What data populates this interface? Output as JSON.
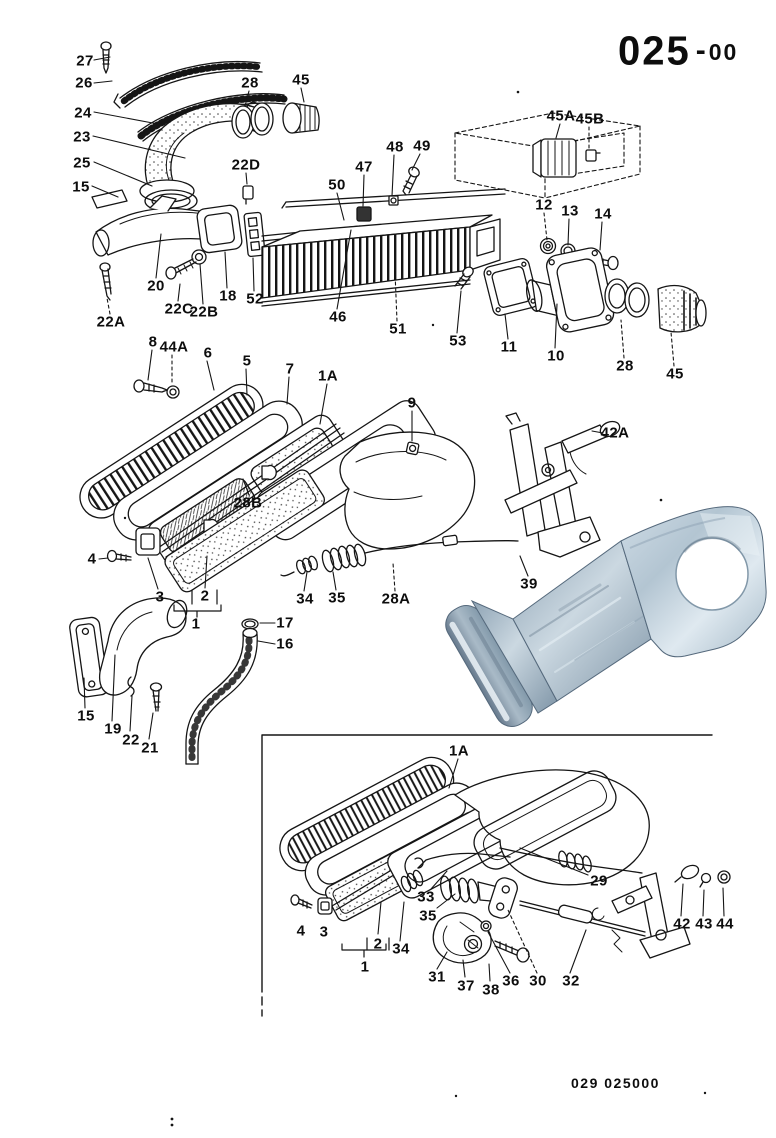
{
  "page": {
    "header_code": {
      "main": "025",
      "sep": "-",
      "sub": "00"
    },
    "footer_code": "029 025000"
  },
  "colors": {
    "ink": "#151515",
    "paper": "#ffffff",
    "steel_light": "#e2ebf1",
    "steel_mid": "#aec0cd",
    "steel_dark": "#708395"
  },
  "callouts": {
    "1": "1",
    "1A": "1A",
    "2": "2",
    "3": "3",
    "4": "4",
    "5": "5",
    "6": "6",
    "7": "7",
    "8": "8",
    "9": "9",
    "10": "10",
    "11": "11",
    "12": "12",
    "13": "13",
    "14": "14",
    "15": "15",
    "16": "16",
    "17": "17",
    "18": "18",
    "19": "19",
    "20": "20",
    "21": "21",
    "22": "22",
    "22A": "22A",
    "22B": "22B",
    "22C": "22C",
    "22D": "22D",
    "23": "23",
    "24": "24",
    "25": "25",
    "26": "26",
    "27": "27",
    "28": "28",
    "28A": "28A",
    "28B": "28B",
    "29": "29",
    "30": "30",
    "31": "31",
    "32": "32",
    "33": "33",
    "34": "34",
    "35": "35",
    "36": "36",
    "37": "37",
    "38": "38",
    "39": "39",
    "42": "42",
    "42A": "42A",
    "43": "43",
    "44": "44",
    "44A": "44A",
    "45": "45",
    "45A": "45A",
    "45B": "45B",
    "46": "46",
    "47": "47",
    "48": "48",
    "49": "49",
    "50": "50",
    "51": "51",
    "52": "52",
    "53": "53"
  }
}
